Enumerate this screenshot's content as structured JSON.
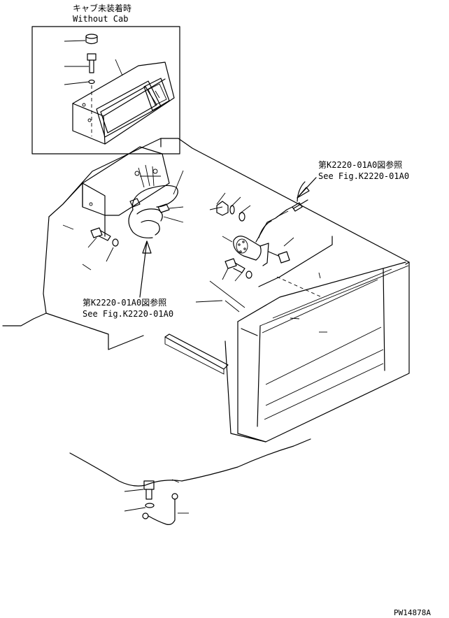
{
  "inset": {
    "title_ja": "キャブ未装着時",
    "title_en": "Without Cab"
  },
  "references": [
    {
      "ja": "第K2220-01A0図参照",
      "en": "See Fig.K2220-01A0"
    },
    {
      "ja": "第K2220-01A0図参照",
      "en": "See Fig.K2220-01A0"
    }
  ],
  "figure_code": "PW14878A"
}
